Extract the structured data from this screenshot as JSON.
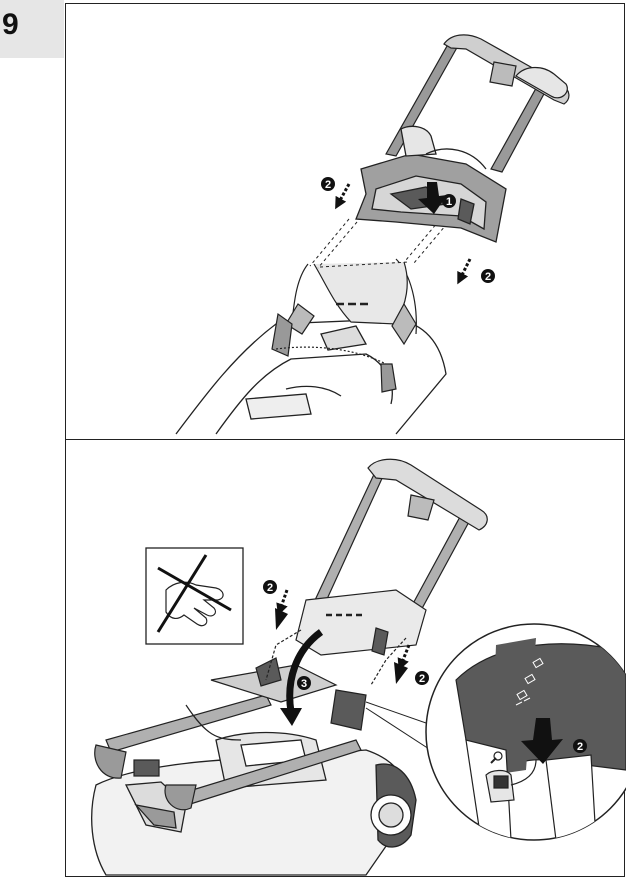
{
  "step": {
    "number": "9"
  },
  "markers": {
    "one": "1",
    "two": "2",
    "three": "3"
  },
  "colors": {
    "line": "#222222",
    "handle_gray": "#9a9a9a",
    "dark_gray": "#5a5a5a",
    "light_gray": "#d8d8d8",
    "marker_fill": "#111111"
  },
  "icons": {
    "warning": "crossed-out-hand-icon",
    "arrow": "press-down-arrow-icon",
    "rotate": "fold-curve-arrow-icon"
  }
}
